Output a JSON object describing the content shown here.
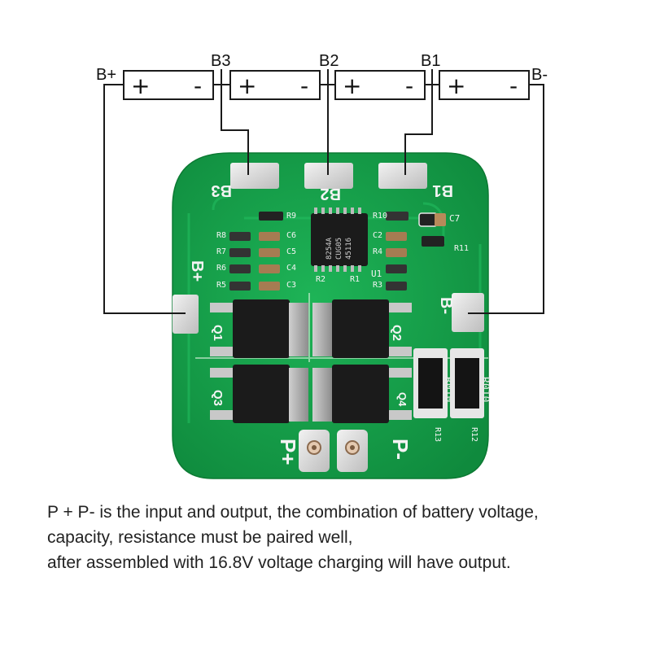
{
  "battery": {
    "labels": {
      "bplus": "B+",
      "b3": "B3",
      "b2": "B2",
      "b1": "B1",
      "bminus": "B-"
    },
    "cells": [
      {
        "plus": "+",
        "minus": "-"
      },
      {
        "plus": "+",
        "minus": "-"
      },
      {
        "plus": "+",
        "minus": "-"
      },
      {
        "plus": "+",
        "minus": "-"
      }
    ]
  },
  "board": {
    "pads": {
      "b3": "B3",
      "b2": "B2",
      "b1": "B1",
      "bplus": "B+",
      "bminus": "B-",
      "pplus": "P+",
      "pminus": "P-"
    },
    "mosfets": {
      "q1": "Q1",
      "q2": "Q2",
      "q3": "Q3",
      "q4": "Q4"
    },
    "shunts": [
      {
        "marking": "R010",
        "ref": "R13"
      },
      {
        "marking": "R010",
        "ref": "R12"
      }
    ],
    "ic": {
      "ref": "U1",
      "line1": "8254A",
      "line2": "CUG05",
      "line3": "45116"
    },
    "refs": {
      "r9": "R9",
      "c6": "C6",
      "r8": "R8",
      "r7": "R7",
      "r6": "R6",
      "r5": "R5",
      "c5": "C5",
      "c4": "C4",
      "c3": "C3",
      "r2": "R2",
      "r1": "R1",
      "r10": "R10",
      "c2": "C2",
      "r4": "R4",
      "r3": "R3",
      "c7": "C7",
      "r11": "R11"
    },
    "colors": {
      "pcb": "#16a04a",
      "pad": "#dcdcdc",
      "component": "#1b1b1b"
    }
  },
  "caption": {
    "line1": "P + P- is the input and output, the combination of battery voltage,",
    "line2": "capacity, resistance must be paired well,",
    "line3": "after assembled with 16.8V voltage charging will have output."
  }
}
